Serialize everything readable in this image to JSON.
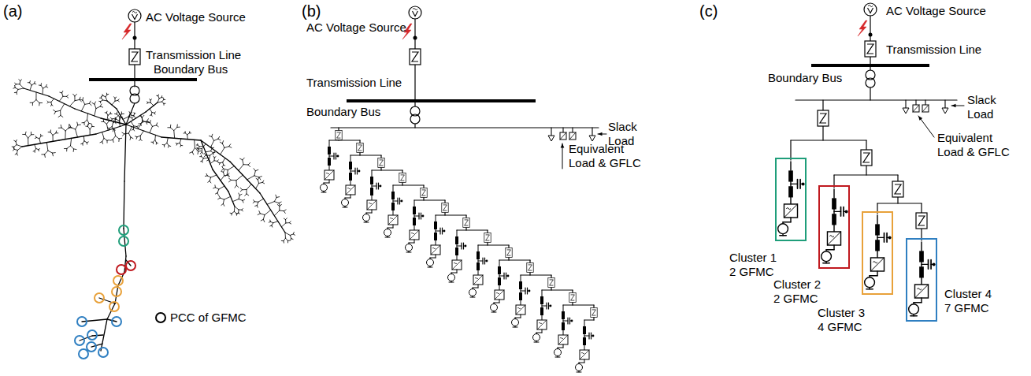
{
  "diagram": {
    "nodes": [
      {
        "text": [
          "Cluster 1 2 GFMC"
        ]
      },
      {
        "text": [
          "Cluster 2 2 GFMC"
        ]
      },
      {
        "text": [
          "Cluster 3 4 GFMC"
        ]
      },
      {
        "text": [
          "Cluster 4 7 GFMC"
        ]
      }
    ],
    "labels": [
      "(a)",
      "AC Voltage Source",
      "Transmission Line",
      "Boundary Bus",
      "(b)",
      "AC Voltage Source",
      "Transmission Line",
      "Boundary Bus",
      "Slack Load",
      "Equivalent Load & GFLC",
      "(c)",
      "AC Voltage Source",
      "Transmission Line",
      "Boundary Bus",
      "Slack Load",
      "Equivalent Load & GFLC"
    ],
    "legend": [
      {
        "text": "PCC of GFMC"
      }
    ]
  }
}
